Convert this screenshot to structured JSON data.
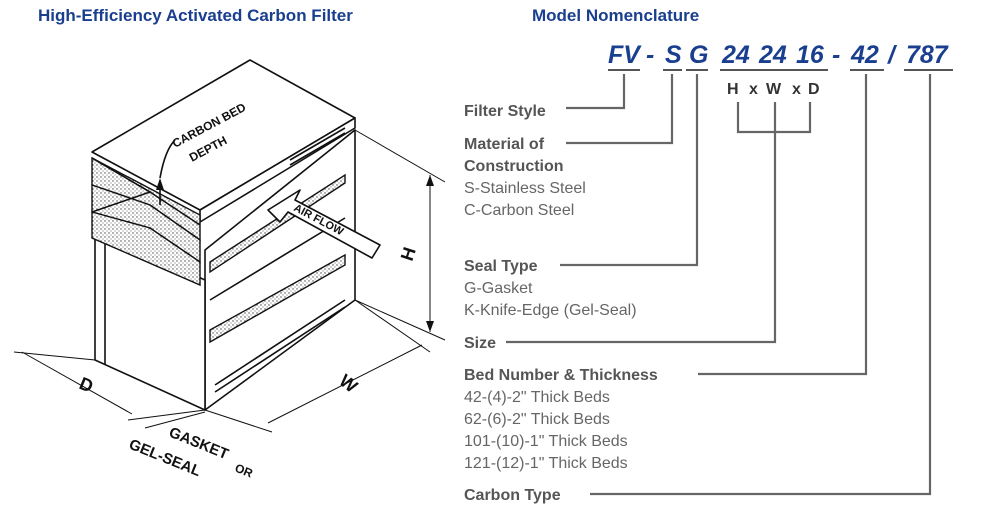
{
  "left_title": "High-Efficiency Activated Carbon Filter",
  "right_title": "Model Nomenclature",
  "code": {
    "style": "FV",
    "dash1": "-",
    "material": "S",
    "seal": "G",
    "h": "24",
    "w": "24",
    "d": "16",
    "dash2": "-",
    "bed": "42",
    "slash": "/",
    "carbon": "787"
  },
  "dims": {
    "h": "H",
    "x1": "x",
    "w": "W",
    "x2": "x",
    "d": "D"
  },
  "fields": {
    "filter_style": "Filter Style",
    "material": "Material of",
    "material2": "Construction",
    "material_opts": [
      "S-Stainless Steel",
      "C-Carbon Steel"
    ],
    "seal": "Seal Type",
    "seal_opts": [
      "G-Gasket",
      "K-Knife-Edge (Gel-Seal)"
    ],
    "size": "Size",
    "bed": "Bed Number & Thickness",
    "bed_opts": [
      "42-(4)-2\" Thick Beds",
      "62-(6)-2\" Thick Beds",
      "101-(10)-1\" Thick Beds",
      "121-(12)-1\" Thick Beds"
    ],
    "carbon": "Carbon Type"
  },
  "drawing": {
    "carbon_bed": "CARBON BED",
    "depth": "DEPTH",
    "airflow": "AIR FLOW",
    "h": "H",
    "w": "W",
    "d": "D",
    "gasket": "GASKET",
    "or": "OR",
    "gelseal": "GEL-SEAL"
  },
  "colors": {
    "blue": "#1a3f8f",
    "label": "#555555",
    "option": "#666666"
  }
}
